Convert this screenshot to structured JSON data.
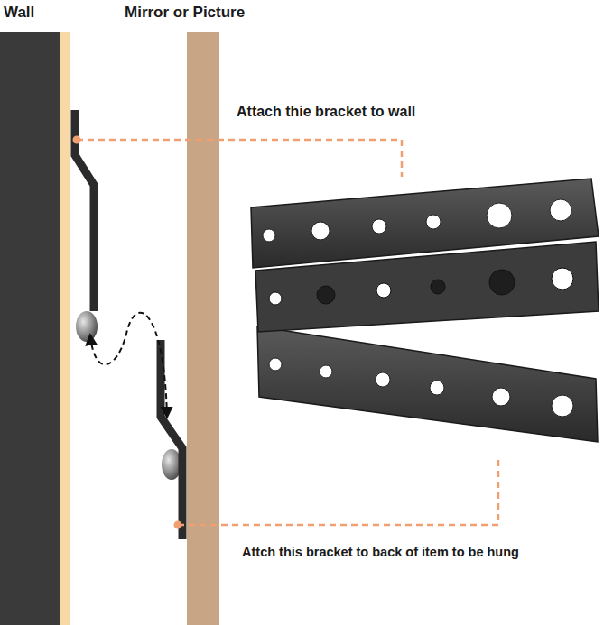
{
  "diagram": {
    "labels": [
      "Wall",
      "Mirror or Picture",
      "Attach thie bracket to wall",
      "Attch this bracket to back of item to be hung"
    ]
  }
}
